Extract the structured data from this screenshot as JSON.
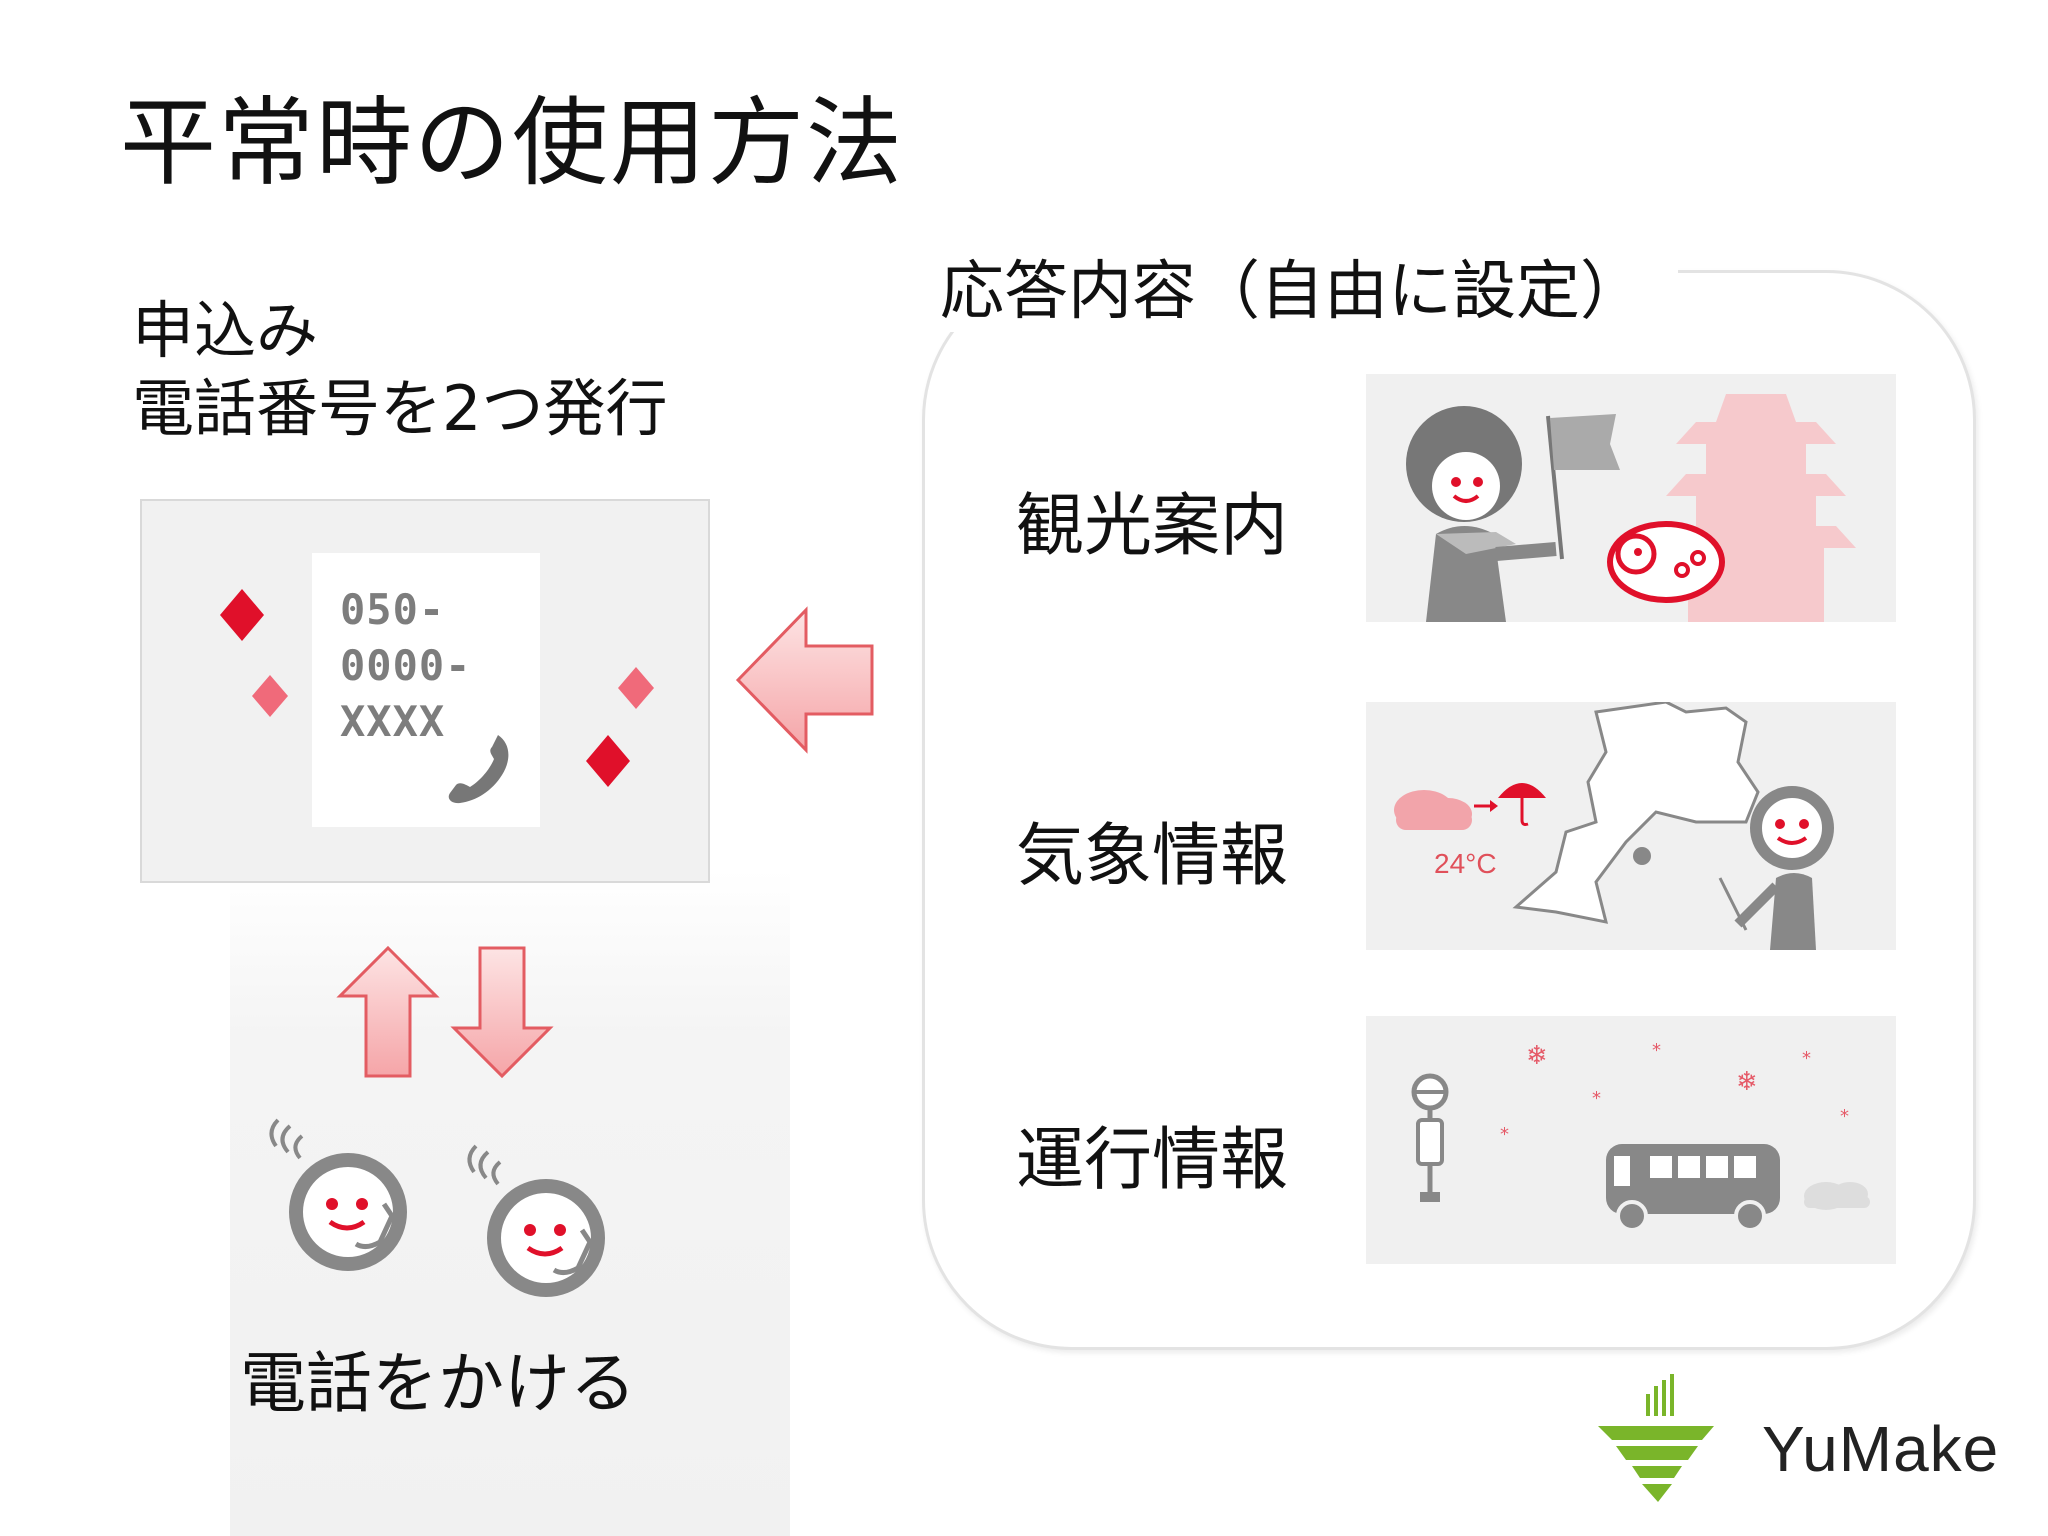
{
  "title": "平常時の使用方法",
  "apply": {
    "line1": "申込み",
    "line2": "電話番号を2つ発行"
  },
  "phone_card": {
    "number_lines": [
      "050-",
      "0000-",
      "XXXX"
    ]
  },
  "call_label": "電話をかける",
  "response_panel": {
    "title": "応答内容（自由に設定）",
    "items": [
      {
        "label": "観光案内",
        "icon": "tourism-guide-illustration"
      },
      {
        "label": "気象情報",
        "icon": "weather-info-illustration",
        "temperature": "24°C"
      },
      {
        "label": "運行情報",
        "icon": "transit-info-illustration"
      }
    ]
  },
  "logo": {
    "text": "YuMake",
    "icon": "yumake-logo-icon"
  },
  "colors": {
    "accent_red": "#e0102a",
    "soft_red": "#f18a8f",
    "gray_icon": "#8a8a8a",
    "panel_bg": "#f0f0f0",
    "logo_green": "#8dc21f"
  }
}
